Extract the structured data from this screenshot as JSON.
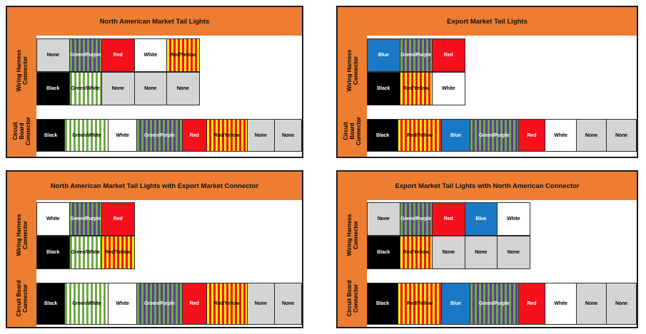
{
  "colors": {
    "orange": "#ED7D31",
    "red": "#F5101B",
    "blue": "#1A78C4",
    "green": "#6FAC43",
    "purple": "#5C3D99",
    "yellow": "#FFE90F",
    "gray": "#D4D4D4",
    "black": "#000000",
    "white": "#FFFFFF"
  },
  "sidebar": {
    "wiring_harness_label": "Wiring Harness Connector",
    "circuit_board_label": "Circuit Board Connector"
  },
  "quadrants": [
    {
      "title": "North American Market Tail Lights",
      "wiring_harness_rows": [
        [
          {
            "label": "None",
            "type": "none"
          },
          {
            "label": "Green/Purple",
            "type": "green-purple"
          },
          {
            "label": "Red",
            "type": "red"
          },
          {
            "label": "White",
            "type": "white"
          },
          {
            "label": "Red/Yellow",
            "type": "red-yellow"
          }
        ],
        [
          {
            "label": "Black",
            "type": "black"
          },
          {
            "label": "Green/White",
            "type": "green-white"
          },
          {
            "label": "None",
            "type": "none"
          },
          {
            "label": "None",
            "type": "none"
          },
          {
            "label": "None",
            "type": "none"
          }
        ]
      ],
      "circuit_board_row": [
        {
          "label": "Black",
          "type": "black"
        },
        {
          "label": "Green/White",
          "type": "green-white"
        },
        {
          "label": "White",
          "type": "white"
        },
        {
          "label": "Green/Purple",
          "type": "green-purple"
        },
        {
          "label": "Red",
          "type": "red"
        },
        {
          "label": "Red/Yellow",
          "type": "red-yellow"
        },
        {
          "label": "None",
          "type": "none"
        },
        {
          "label": "None",
          "type": "none"
        }
      ]
    },
    {
      "title": "Export Market Tail Lights",
      "wiring_harness_rows": [
        [
          {
            "label": "Blue",
            "type": "blue"
          },
          {
            "label": "Green/Purple",
            "type": "green-purple"
          },
          {
            "label": "Red",
            "type": "red"
          }
        ],
        [
          {
            "label": "Black",
            "type": "black"
          },
          {
            "label": "Red/Yellow",
            "type": "red-yellow"
          },
          {
            "label": "White",
            "type": "white"
          }
        ]
      ],
      "circuit_board_row": [
        {
          "label": "Black",
          "type": "black"
        },
        {
          "label": "Red/Yellow",
          "type": "red-yellow"
        },
        {
          "label": "Blue",
          "type": "blue"
        },
        {
          "label": "Green/Purple",
          "type": "green-purple"
        },
        {
          "label": "Red",
          "type": "red"
        },
        {
          "label": "White",
          "type": "white"
        },
        {
          "label": "None",
          "type": "none"
        },
        {
          "label": "None",
          "type": "none"
        }
      ]
    },
    {
      "title": "North American Market Tail Lights with Export Market Connector",
      "wiring_harness_rows": [
        [
          {
            "label": "White",
            "type": "white"
          },
          {
            "label": "Green/Purple",
            "type": "green-purple"
          },
          {
            "label": "Red",
            "type": "red"
          }
        ],
        [
          {
            "label": "Black",
            "type": "black"
          },
          {
            "label": "Green/White",
            "type": "green-white"
          },
          {
            "label": "Red/Yellow",
            "type": "red-yellow"
          }
        ]
      ],
      "circuit_board_row": [
        {
          "label": "Black",
          "type": "black"
        },
        {
          "label": "Green/White",
          "type": "green-white"
        },
        {
          "label": "White",
          "type": "white"
        },
        {
          "label": "Green/Purple",
          "type": "green-purple"
        },
        {
          "label": "Red",
          "type": "red"
        },
        {
          "label": "Red/Yellow",
          "type": "red-yellow"
        },
        {
          "label": "None",
          "type": "none"
        },
        {
          "label": "None",
          "type": "none"
        }
      ]
    },
    {
      "title": "Export Market Tail Lights with North American Connector",
      "wiring_harness_rows": [
        [
          {
            "label": "None",
            "type": "none"
          },
          {
            "label": "Green/Purple",
            "type": "green-purple"
          },
          {
            "label": "Red",
            "type": "red"
          },
          {
            "label": "Blue",
            "type": "blue"
          },
          {
            "label": "White",
            "type": "white"
          }
        ],
        [
          {
            "label": "Black",
            "type": "black"
          },
          {
            "label": "Red/Yellow",
            "type": "red-yellow"
          },
          {
            "label": "None",
            "type": "none"
          },
          {
            "label": "None",
            "type": "none"
          },
          {
            "label": "None",
            "type": "none"
          }
        ]
      ],
      "circuit_board_row": [
        {
          "label": "Black",
          "type": "black"
        },
        {
          "label": "Red/Yellow",
          "type": "red-yellow"
        },
        {
          "label": "Blue",
          "type": "blue"
        },
        {
          "label": "Green/Purple",
          "type": "green-purple"
        },
        {
          "label": "Red",
          "type": "red"
        },
        {
          "label": "White",
          "type": "white"
        },
        {
          "label": "None",
          "type": "none"
        },
        {
          "label": "None",
          "type": "none"
        }
      ]
    }
  ]
}
